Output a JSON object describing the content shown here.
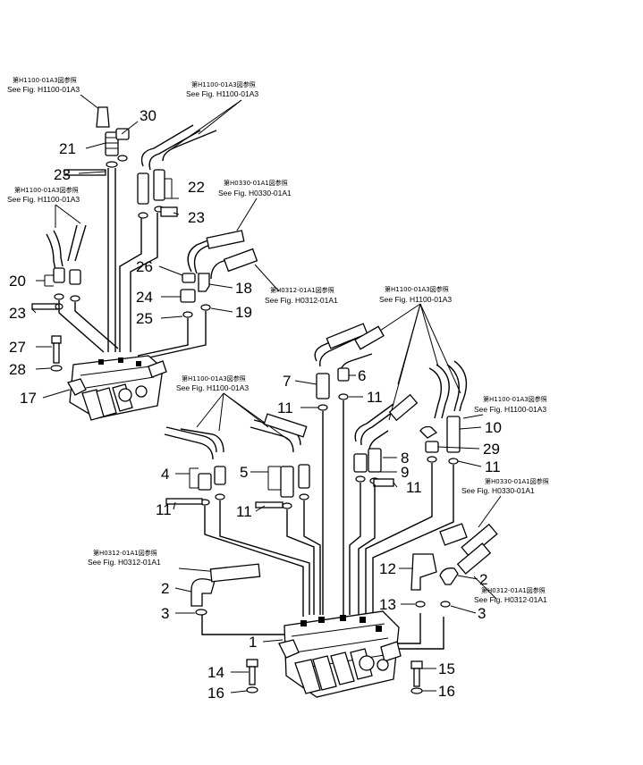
{
  "references": [
    {
      "id": "ref-a",
      "jp": "第H1100-01A3図参照",
      "en": "See Fig. H1100-01A3"
    },
    {
      "id": "ref-b",
      "jp": "第H1100-01A3図参照",
      "en": "See Fig. H1100-01A3"
    },
    {
      "id": "ref-c",
      "jp": "第H1100-01A3図参照",
      "en": "See Fig. H1100-01A3"
    },
    {
      "id": "ref-d",
      "jp": "第H0330-01A1図参照",
      "en": "See Fig. H0330-01A1"
    },
    {
      "id": "ref-e",
      "jp": "第H0312-01A1図参照",
      "en": "See Fig. H0312-01A1"
    },
    {
      "id": "ref-f",
      "jp": "第H1100-01A3図参照",
      "en": "See Fig. H1100-01A3"
    },
    {
      "id": "ref-g",
      "jp": "第H1100-01A3図参照",
      "en": "See Fig. H1100-01A3"
    },
    {
      "id": "ref-h",
      "jp": "第H1100-01A3図参照",
      "en": "See Fig. H1100-01A3"
    },
    {
      "id": "ref-i",
      "jp": "第H0330-01A1図参照",
      "en": "See Fig. H0330-01A1"
    },
    {
      "id": "ref-j",
      "jp": "第H0312-01A1図参照",
      "en": "See Fig. H0312-01A1"
    },
    {
      "id": "ref-k",
      "jp": "第H0312-01A1図参照",
      "en": "See Fig. H0312-01A1"
    }
  ],
  "labels": [
    {
      "id": "p30",
      "text": "30"
    },
    {
      "id": "p21",
      "text": "21"
    },
    {
      "id": "p23a",
      "text": "23"
    },
    {
      "id": "p22",
      "text": "22"
    },
    {
      "id": "p23b",
      "text": "23"
    },
    {
      "id": "p26",
      "text": "26"
    },
    {
      "id": "p20",
      "text": "20"
    },
    {
      "id": "p18",
      "text": "18"
    },
    {
      "id": "p24",
      "text": "24"
    },
    {
      "id": "p23c",
      "text": "23"
    },
    {
      "id": "p19",
      "text": "19"
    },
    {
      "id": "p25",
      "text": "25"
    },
    {
      "id": "p27",
      "text": "27"
    },
    {
      "id": "p28",
      "text": "28"
    },
    {
      "id": "p17",
      "text": "17"
    },
    {
      "id": "p7",
      "text": "7"
    },
    {
      "id": "p6",
      "text": "6"
    },
    {
      "id": "p11a",
      "text": "11"
    },
    {
      "id": "p11b",
      "text": "11"
    },
    {
      "id": "p10",
      "text": "10"
    },
    {
      "id": "p8",
      "text": "8"
    },
    {
      "id": "p29",
      "text": "29"
    },
    {
      "id": "p4",
      "text": "4"
    },
    {
      "id": "p5",
      "text": "5"
    },
    {
      "id": "p9",
      "text": "9"
    },
    {
      "id": "p11c",
      "text": "11"
    },
    {
      "id": "p11d",
      "text": "11"
    },
    {
      "id": "p11e",
      "text": "11"
    },
    {
      "id": "p11f",
      "text": "11"
    },
    {
      "id": "p2a",
      "text": "2"
    },
    {
      "id": "p12",
      "text": "12"
    },
    {
      "id": "p2b",
      "text": "2"
    },
    {
      "id": "p3a",
      "text": "3"
    },
    {
      "id": "p13",
      "text": "13"
    },
    {
      "id": "p3b",
      "text": "3"
    },
    {
      "id": "p1",
      "text": "1"
    },
    {
      "id": "p14",
      "text": "14"
    },
    {
      "id": "p15",
      "text": "15"
    },
    {
      "id": "p16a",
      "text": "16"
    },
    {
      "id": "p16b",
      "text": "16"
    }
  ]
}
